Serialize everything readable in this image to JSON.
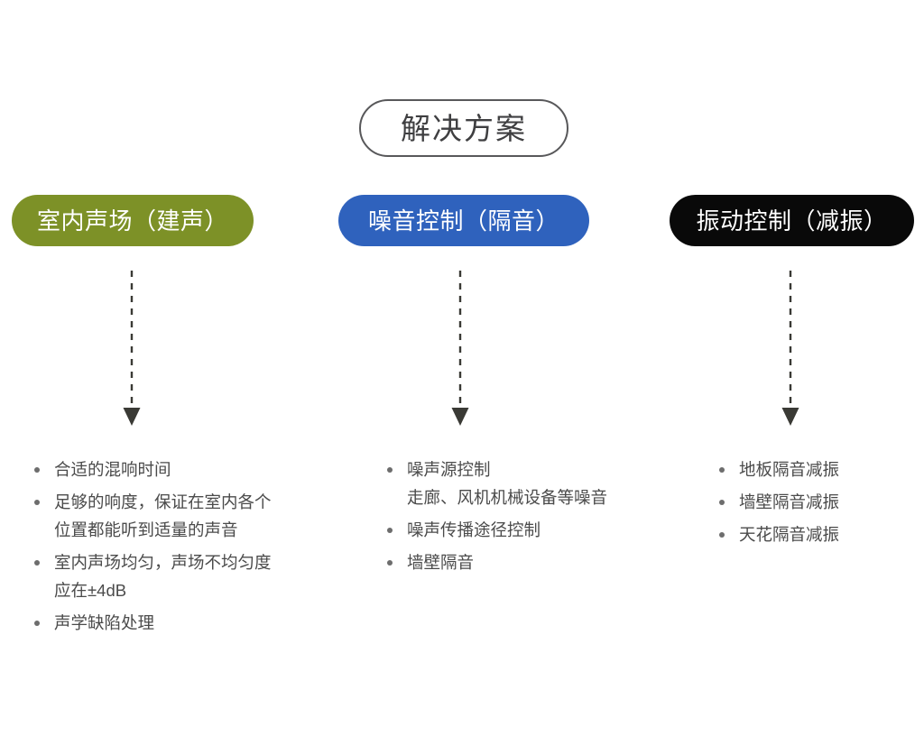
{
  "diagram": {
    "root": {
      "label": "解决方案",
      "shape": "rounded-outline-pill",
      "border_color": "#58585a",
      "text_color": "#3f3f41"
    },
    "connector": {
      "style": "dashed-vertical-arrow",
      "color": "#3a3a35",
      "arrowhead": "solid-triangle-down"
    },
    "columns": [
      {
        "id": "indoor-sound-field",
        "header": {
          "label": "室内声场（建声）",
          "background": "#7d9127",
          "text_color": "#ffffff"
        },
        "bullets": [
          {
            "text": "合适的混响时间",
            "sub": ""
          },
          {
            "text": "足够的响度，保证在室内各个",
            "sub": "位置都能听到适量的声音"
          },
          {
            "text": "室内声场均匀，声场不均匀度",
            "sub": "应在±4dB"
          },
          {
            "text": "声学缺陷处理",
            "sub": ""
          }
        ]
      },
      {
        "id": "noise-control",
        "header": {
          "label": "噪音控制（隔音）",
          "background": "#2f62bd",
          "text_color": "#ffffff"
        },
        "bullets": [
          {
            "text": "噪声源控制",
            "sub": "走廊、风机机械设备等噪音"
          },
          {
            "text": "噪声传播途径控制",
            "sub": ""
          },
          {
            "text": "墙壁隔音",
            "sub": ""
          }
        ]
      },
      {
        "id": "vibration-control",
        "header": {
          "label": "振动控制（减振）",
          "background": "#090909",
          "text_color": "#ffffff"
        },
        "bullets": [
          {
            "text": "地板隔音减振",
            "sub": ""
          },
          {
            "text": "墙壁隔音减振",
            "sub": ""
          },
          {
            "text": "天花隔音减振",
            "sub": ""
          }
        ]
      }
    ]
  }
}
